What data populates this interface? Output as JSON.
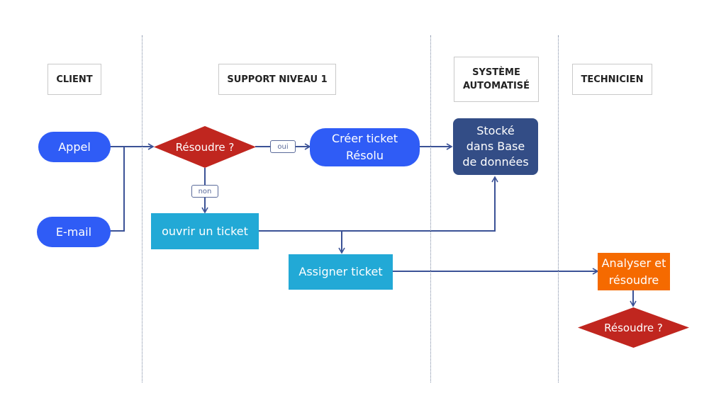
{
  "lanes": {
    "client": "CLIENT",
    "support": "SUPPORT NIVEAU 1",
    "system": "SYSTÈME\nAUTOMATISÉ",
    "tech": "TECHNICIEN"
  },
  "nodes": {
    "appel": "Appel",
    "email": "E-mail",
    "resoudre1": "Résoudre ?",
    "creer_ticket": "Créer ticket\nRésolu",
    "stocke": "Stocké\ndans Base\nde données",
    "ouvrir_ticket": "ouvrir un ticket",
    "assigner_ticket": "Assigner ticket",
    "analyser": "Analyser et\nrésoudre",
    "resoudre2": "Résoudre ?"
  },
  "edge_labels": {
    "oui": "oui",
    "non": "non"
  },
  "colors": {
    "client_blue": "#2f5cf6",
    "decision_red": "#c0261f",
    "support_cyan": "#22a9d6",
    "database_navy": "#334d86",
    "tech_orange": "#f56a00",
    "connector": "#3b5296",
    "lane_border": "#c9c9c9"
  }
}
